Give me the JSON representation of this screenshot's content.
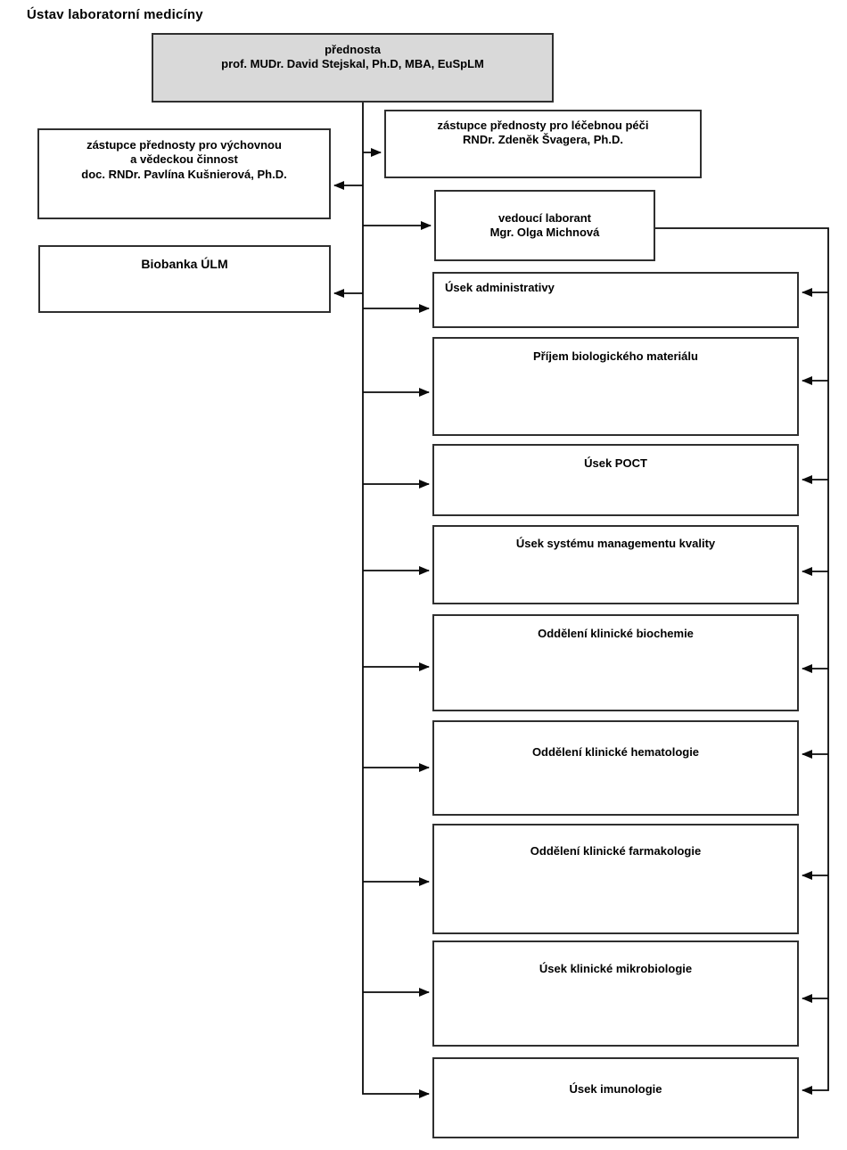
{
  "title": "Ústav laboratorní medicíny",
  "colors": {
    "background": "#ffffff",
    "top_box_fill": "#d9d9d9",
    "box_fill": "#ffffff",
    "box_border": "#2f2f2f",
    "connector": "#0a0a0a",
    "text": "#000000"
  },
  "nodes": {
    "prednosta": {
      "role": "přednosta",
      "name": "prof. MUDr. David Stejskal, Ph.D, MBA, EuSpLM"
    },
    "deputy_science": {
      "role_line1": "zástupce přednosty pro výchovnou",
      "role_line2": "a vědeckou činnost",
      "name": "doc. RNDr. Pavlína Kušnierová, Ph.D."
    },
    "biobanka": {
      "label": "Biobanka ÚLM"
    },
    "deputy_care": {
      "role": "zástupce přednosty pro léčebnou péči",
      "name": "RNDr. Zdeněk Švagera, Ph.D."
    },
    "head_laborant": {
      "role": "vedoucí laborant",
      "name": "Mgr. Olga Michnová"
    },
    "departments": [
      {
        "label": "Úsek administrativy"
      },
      {
        "label": "Příjem biologického materiálu"
      },
      {
        "label": "Úsek POCT"
      },
      {
        "label": "Úsek systému managementu kvality"
      },
      {
        "label": "Oddělení klinické biochemie"
      },
      {
        "label": "Oddělení klinické hematologie"
      },
      {
        "label": "Oddělení klinické farmakologie"
      },
      {
        "label": "Úsek klinické mikrobiologie"
      },
      {
        "label": "Úsek imunologie"
      }
    ]
  }
}
